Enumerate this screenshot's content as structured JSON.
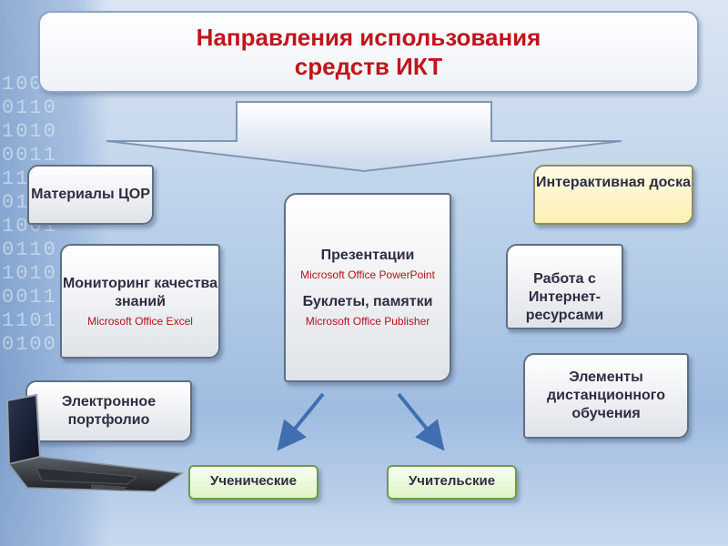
{
  "title": {
    "line1": "Направления использования",
    "line2": "средств ИКТ"
  },
  "boxes": {
    "materials": "Материалы ЦОР",
    "monitoring": {
      "label": "Мониторинг качества знаний",
      "software": "Microsoft Office Excel"
    },
    "portfolio": "Электронное портфолио",
    "center": {
      "presentations": "Презентации",
      "presentations_software": "Microsoft Office PowerPoint",
      "booklets": "Буклеты, памятки",
      "booklets_software": "Microsoft Office Publisher"
    },
    "interactive": "Интерактивная доска",
    "internet": "Работа с Интернет-ресурсами",
    "distance": "Элементы дистанционного обучения",
    "pupil": "Ученические",
    "teacher": "Учительские"
  },
  "colors": {
    "title_text": "#c0151b",
    "software_text": "#b3121a",
    "box_border": "#5f6f85",
    "yellow_box": "#fbefb3",
    "green_box": "#dff3c8",
    "arrow_blue": "#3f6fb0"
  }
}
